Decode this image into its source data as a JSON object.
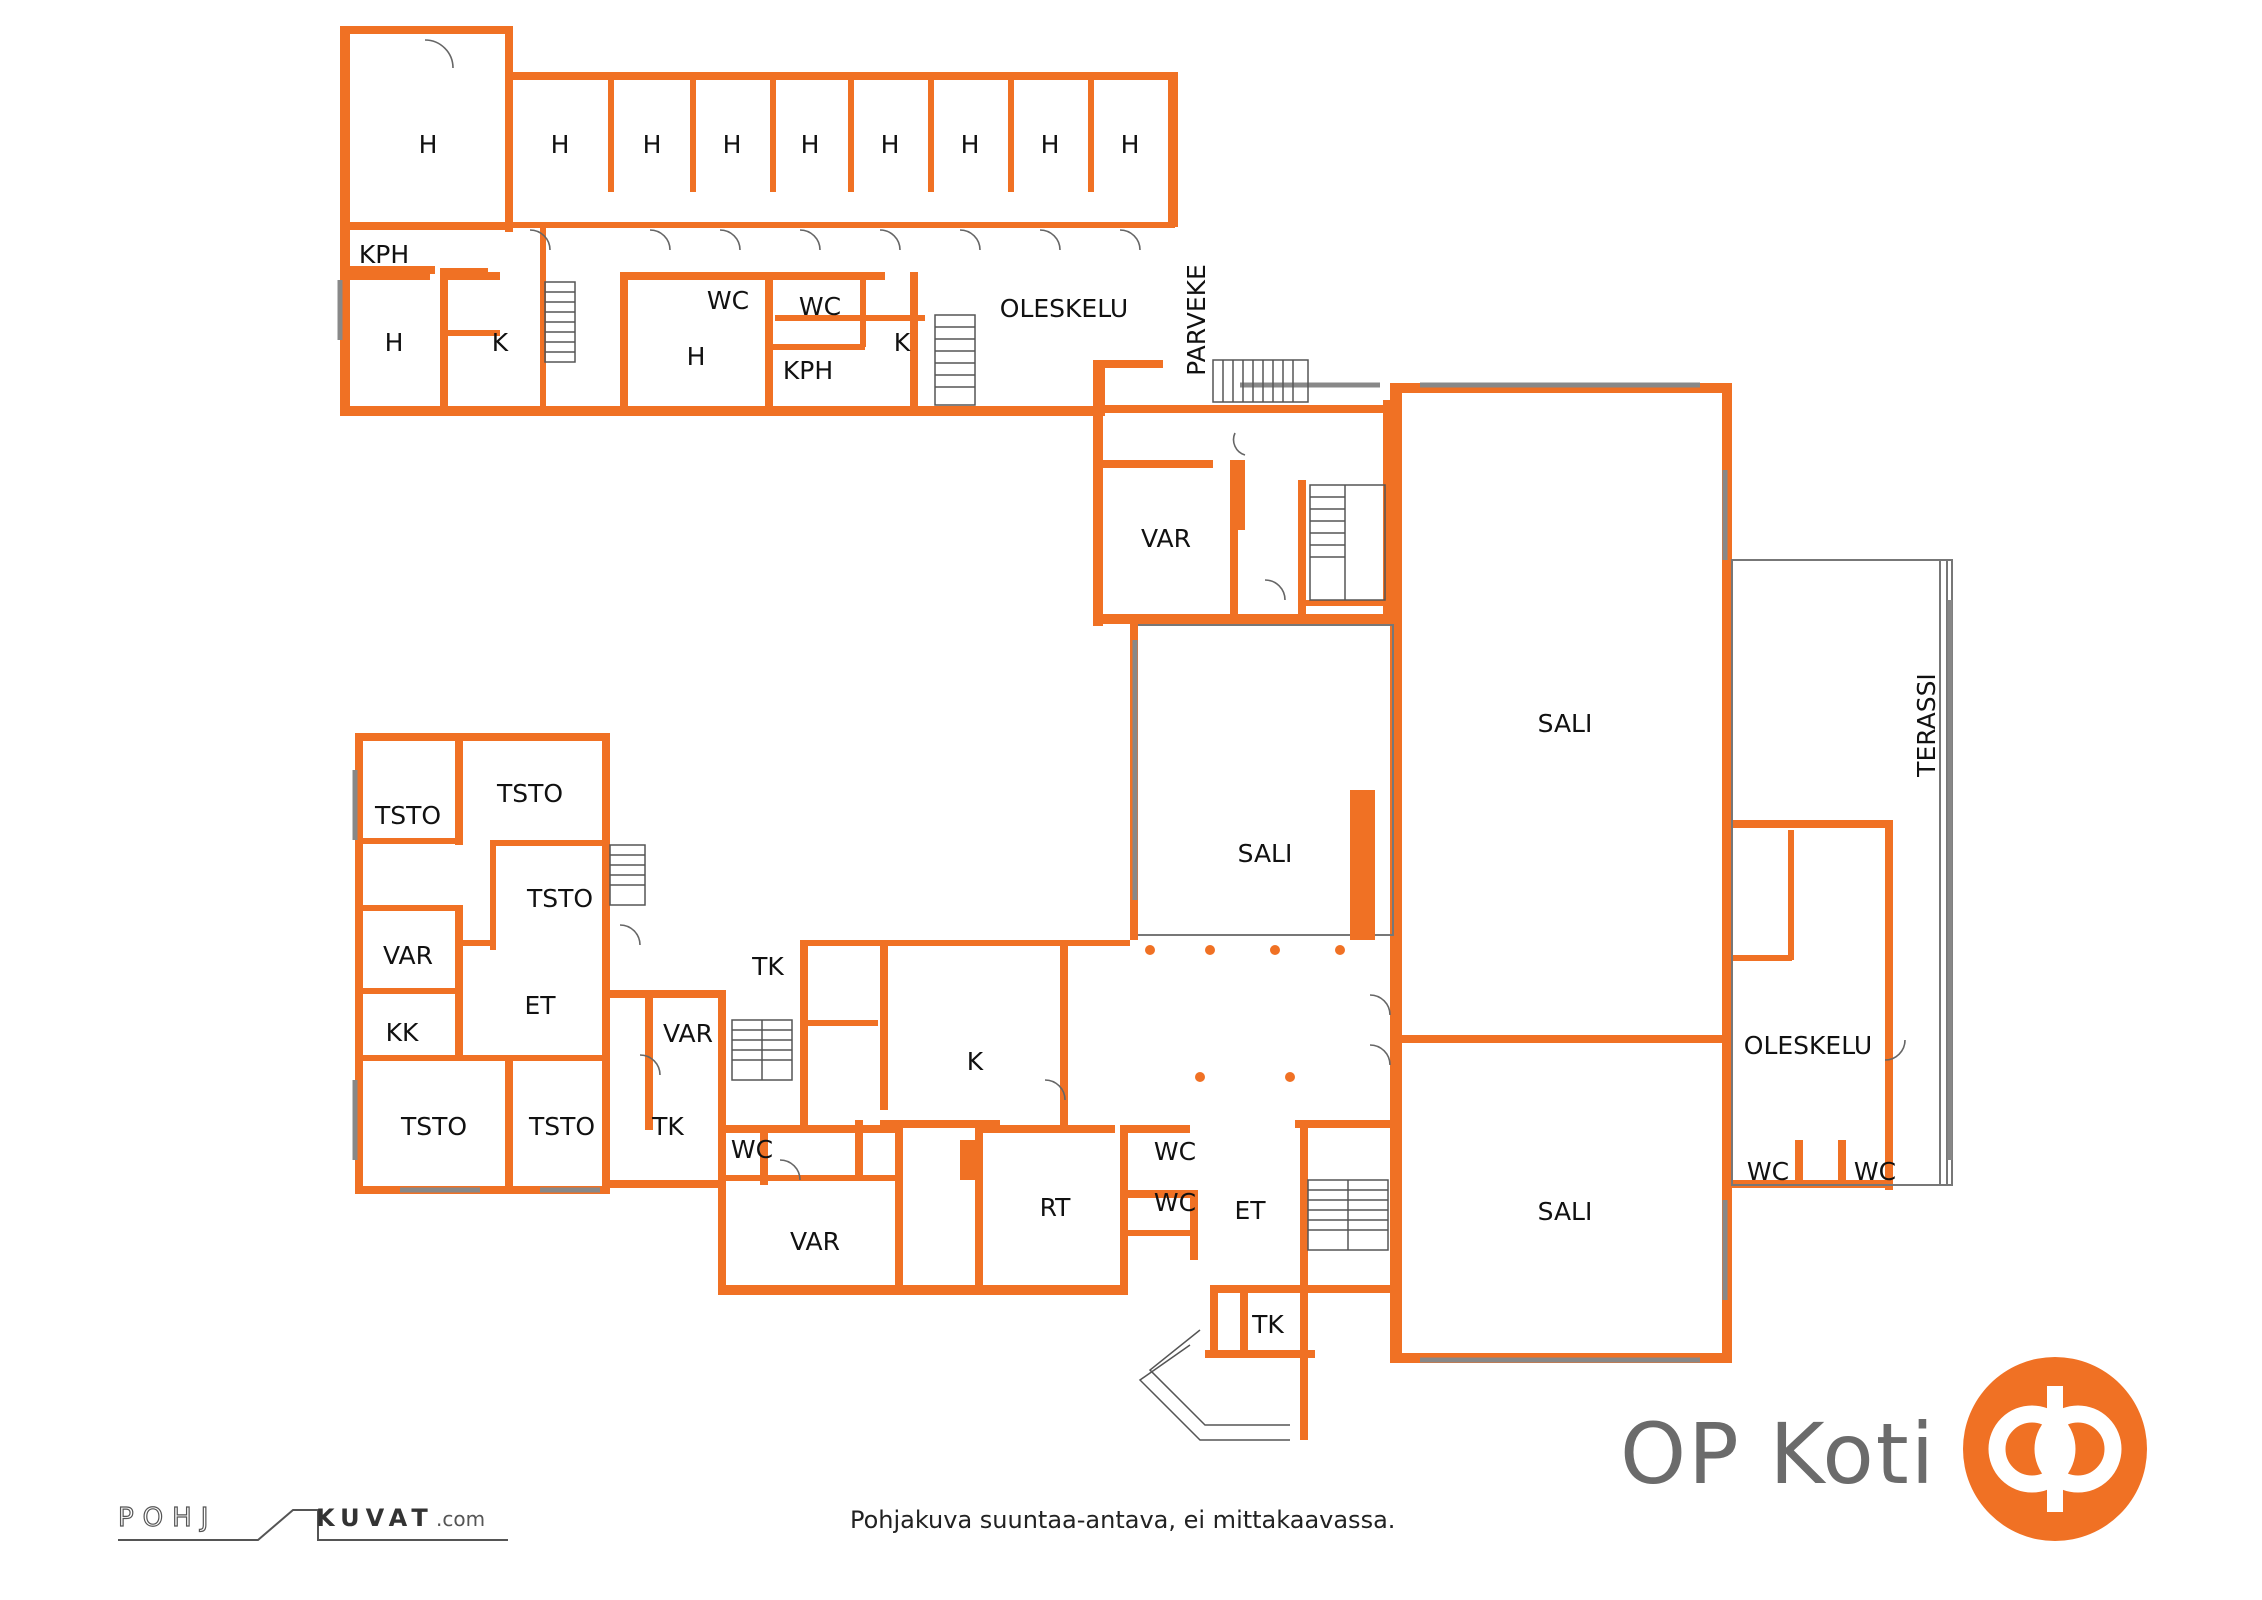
{
  "rooms": [
    {
      "id": "h1",
      "label": "H"
    },
    {
      "id": "h2",
      "label": "H"
    },
    {
      "id": "h3",
      "label": "H"
    },
    {
      "id": "h4",
      "label": "H"
    },
    {
      "id": "h5",
      "label": "H"
    },
    {
      "id": "h6",
      "label": "H"
    },
    {
      "id": "h7",
      "label": "H"
    },
    {
      "id": "h8",
      "label": "H"
    },
    {
      "id": "h9",
      "label": "H"
    },
    {
      "id": "kph1",
      "label": "KPH"
    },
    {
      "id": "h10",
      "label": "H"
    },
    {
      "id": "k1",
      "label": "K"
    },
    {
      "id": "wc1",
      "label": "WC"
    },
    {
      "id": "wc2",
      "label": "WC"
    },
    {
      "id": "h11",
      "label": "H"
    },
    {
      "id": "kph2",
      "label": "KPH"
    },
    {
      "id": "k2",
      "label": "K"
    },
    {
      "id": "oleskelu1",
      "label": "OLESKELU"
    },
    {
      "id": "parveke",
      "label": "PARVEKE"
    },
    {
      "id": "var1",
      "label": "VAR"
    },
    {
      "id": "sali1",
      "label": "SALI"
    },
    {
      "id": "sali2",
      "label": "SALI"
    },
    {
      "id": "sali3",
      "label": "SALI"
    },
    {
      "id": "terassi",
      "label": "TERASSI"
    },
    {
      "id": "oleskelu2",
      "label": "OLESKELU"
    },
    {
      "id": "wc3",
      "label": "WC"
    },
    {
      "id": "wc4",
      "label": "WC"
    },
    {
      "id": "tsto1",
      "label": "TSTO"
    },
    {
      "id": "tsto2",
      "label": "TSTO"
    },
    {
      "id": "tsto3",
      "label": "TSTO"
    },
    {
      "id": "var2",
      "label": "VAR"
    },
    {
      "id": "et1",
      "label": "ET"
    },
    {
      "id": "kk",
      "label": "KK"
    },
    {
      "id": "tsto4",
      "label": "TSTO"
    },
    {
      "id": "tsto5",
      "label": "TSTO"
    },
    {
      "id": "var3",
      "label": "VAR"
    },
    {
      "id": "tk1",
      "label": "TK"
    },
    {
      "id": "tk2",
      "label": "TK"
    },
    {
      "id": "k3",
      "label": "K"
    },
    {
      "id": "wc5",
      "label": "WC"
    },
    {
      "id": "var4",
      "label": "VAR"
    },
    {
      "id": "rt",
      "label": "RT"
    },
    {
      "id": "wc6",
      "label": "WC"
    },
    {
      "id": "wc7",
      "label": "WC"
    },
    {
      "id": "et2",
      "label": "ET"
    },
    {
      "id": "tk3",
      "label": "TK"
    }
  ],
  "brand": {
    "name": "OP Koti"
  },
  "caption": "Pohjakuva suuntaa-antava, ei mittakaavassa.",
  "credit": {
    "left": "POHJ",
    "right": "KUVAT",
    "suffix": ".com"
  },
  "colors": {
    "wall": "#f07124",
    "logo": "#f07124",
    "text": "#222222",
    "brand_text": "#6b6b6b"
  }
}
